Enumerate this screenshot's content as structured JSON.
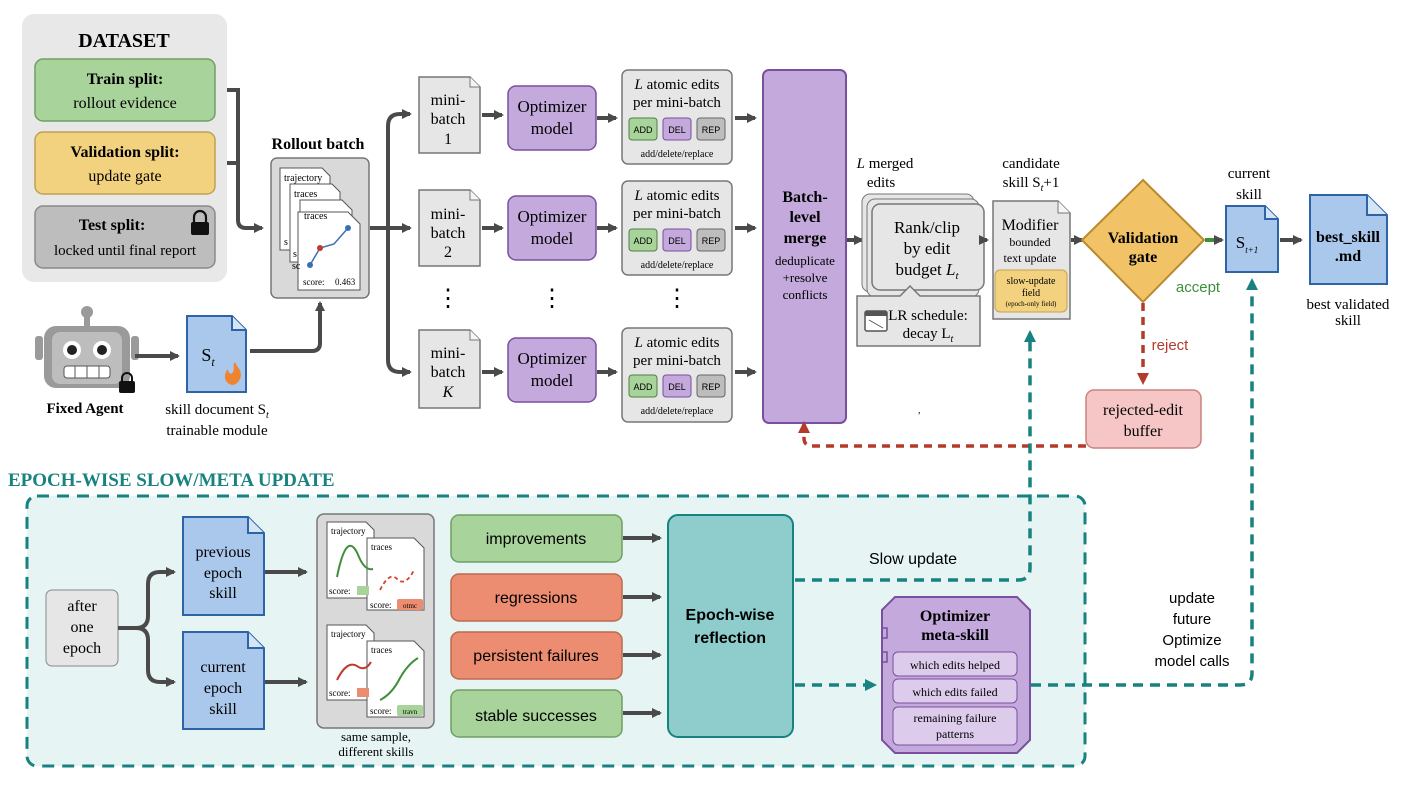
{
  "dataset": {
    "title": "DATASET",
    "train": {
      "title": "Train split:",
      "sub": "rollout evidence"
    },
    "validation": {
      "title": "Validation split:",
      "sub": "update gate"
    },
    "test": {
      "title": "Test split:",
      "sub": "locked until final report"
    }
  },
  "agent": {
    "label": "Fixed Agent"
  },
  "skill_doc": {
    "symbol": "S",
    "sub": "t",
    "caption1": "skill document S",
    "caption1_sub": "t",
    "caption2": "trainable module"
  },
  "rollout": {
    "title": "Rollout batch",
    "card1": "trajectory",
    "card2": "traces",
    "card3": "traces",
    "score": "score:",
    "score_value": "0.463",
    "cut_letters": [
      "s",
      "s",
      "sc"
    ]
  },
  "minibatches": [
    {
      "l1": "mini-",
      "l2": "batch",
      "l3": "1"
    },
    {
      "l1": "mini-",
      "l2": "batch",
      "l3": "2"
    },
    {
      "l1": "mini-",
      "l2": "batch",
      "l3": "K"
    }
  ],
  "optimizer": {
    "l1": "Optimizer",
    "l2": "model"
  },
  "edits": {
    "title_l": "L",
    "title1": "atomic edits",
    "title2": "per mini-batch",
    "chips": [
      "ADD",
      "DEL",
      "REP"
    ],
    "caption": "add/delete/replace"
  },
  "ellipsis": "⋮",
  "merge": {
    "l1": "Batch-",
    "l2": "level",
    "l3": "merge",
    "s1": "deduplicate",
    "s2": "+resolve",
    "s3": "conflicts"
  },
  "merged": {
    "title_l": "L",
    "title1": "merged",
    "title2": "edits",
    "l1": "Rank/clip",
    "l2": "by edit",
    "l3": "budget",
    "l3_symbol": "L",
    "l3_sub": "t"
  },
  "lr": {
    "l1": "LR schedule:",
    "l2": "decay L",
    "l2_sub": "t"
  },
  "tick_mark": ",",
  "candidate": {
    "title1": "candidate",
    "title2": "skill S",
    "title2_sub": "t",
    "title2_tail": "+1"
  },
  "modifier": {
    "l1": "Modifier",
    "l2": "bounded",
    "l3": "text update",
    "slow1": "slow-update",
    "slow2": "field",
    "slow3": "(epoch-only field)"
  },
  "gate": {
    "l1": "Validation",
    "l2": "gate"
  },
  "accept": "accept",
  "reject": "reject",
  "current_skill": {
    "l1": "current",
    "l2": "skill",
    "symbol": "S",
    "sub": "t+1"
  },
  "best": {
    "l1": "best_skill",
    "l2": ".md",
    "cap1": "best validated",
    "cap2": "skill"
  },
  "rejected": {
    "l1": "rejected-edit",
    "l2": "buffer"
  },
  "epoch": {
    "title": "EPOCH-WISE SLOW/META UPDATE",
    "after": {
      "l1": "after",
      "l2": "one",
      "l3": "epoch"
    },
    "prev": {
      "l1": "previous",
      "l2": "epoch",
      "l3": "skill"
    },
    "curr": {
      "l1": "current",
      "l2": "epoch",
      "l3": "skill"
    },
    "compare": {
      "traj": "trajectory",
      "traces": "traces",
      "score": "score:",
      "tag_top": "otmc",
      "tag_bottom": "travn",
      "cap1": "same sample,",
      "cap2": "different skills"
    },
    "buckets": [
      "improvements",
      "regressions",
      "persistent failures",
      "stable successes"
    ],
    "reflection": {
      "l1": "Epoch-wise",
      "l2": "reflection"
    },
    "slow_update": "Slow update",
    "meta": {
      "l1": "Optimizer",
      "l2": "meta-skill",
      "items": [
        "which edits helped",
        "which edits failed",
        "remaining failure",
        "patterns"
      ]
    },
    "future": {
      "l1": "update",
      "l2": "future",
      "l3": "Optimize",
      "l4": "model calls"
    }
  },
  "colors": {
    "green": "#a8d39b",
    "orange": "#ec8c70",
    "yellow": "#f3d27f",
    "gray": "#bdbdbd",
    "purple": "#c4a9dc",
    "blue": "#a9c8ec",
    "teal": "#8fcdcd",
    "gate": "#f1c266",
    "pink": "#f6c6c6",
    "teal_dash": "#17827f",
    "red_dash": "#b43a2c"
  }
}
